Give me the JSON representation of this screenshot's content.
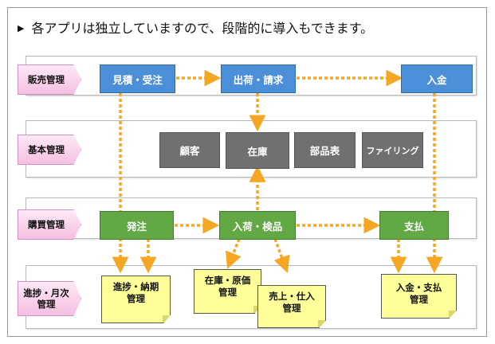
{
  "heading": "各アプリは独立していますので、段階的に導入もできます。",
  "rows": {
    "sales": "販売管理",
    "basic": "基本管理",
    "purchase": "購買管理",
    "progress_line1": "進捗・月次",
    "progress_line2": "管理"
  },
  "sales": {
    "estimate": "見積・受注",
    "shipping": "出荷・請求",
    "receipt": "入金"
  },
  "basic": {
    "customer": "顧客",
    "inventory": "在庫",
    "bom": "部品表",
    "filing": "ファイリング"
  },
  "purchase": {
    "order": "発注",
    "arrival": "入荷・検品",
    "payment": "支払"
  },
  "notes": {
    "progress_l1": "進捗・納期",
    "progress_l2": "管理",
    "stock_cost_l1": "在庫・原価",
    "stock_cost_l2": "管理",
    "sales_purchase_l1": "売上・仕入",
    "sales_purchase_l2": "管理",
    "receipt_payment_l1": "入金・支払",
    "receipt_payment_l2": "管理"
  },
  "colors": {
    "arrow": "#f5a623",
    "sales_box": "#4a8fd8",
    "purchase_box": "#62a844",
    "master_box": "#707070",
    "note": "#ffff99",
    "tag": "#f5bfe2"
  }
}
